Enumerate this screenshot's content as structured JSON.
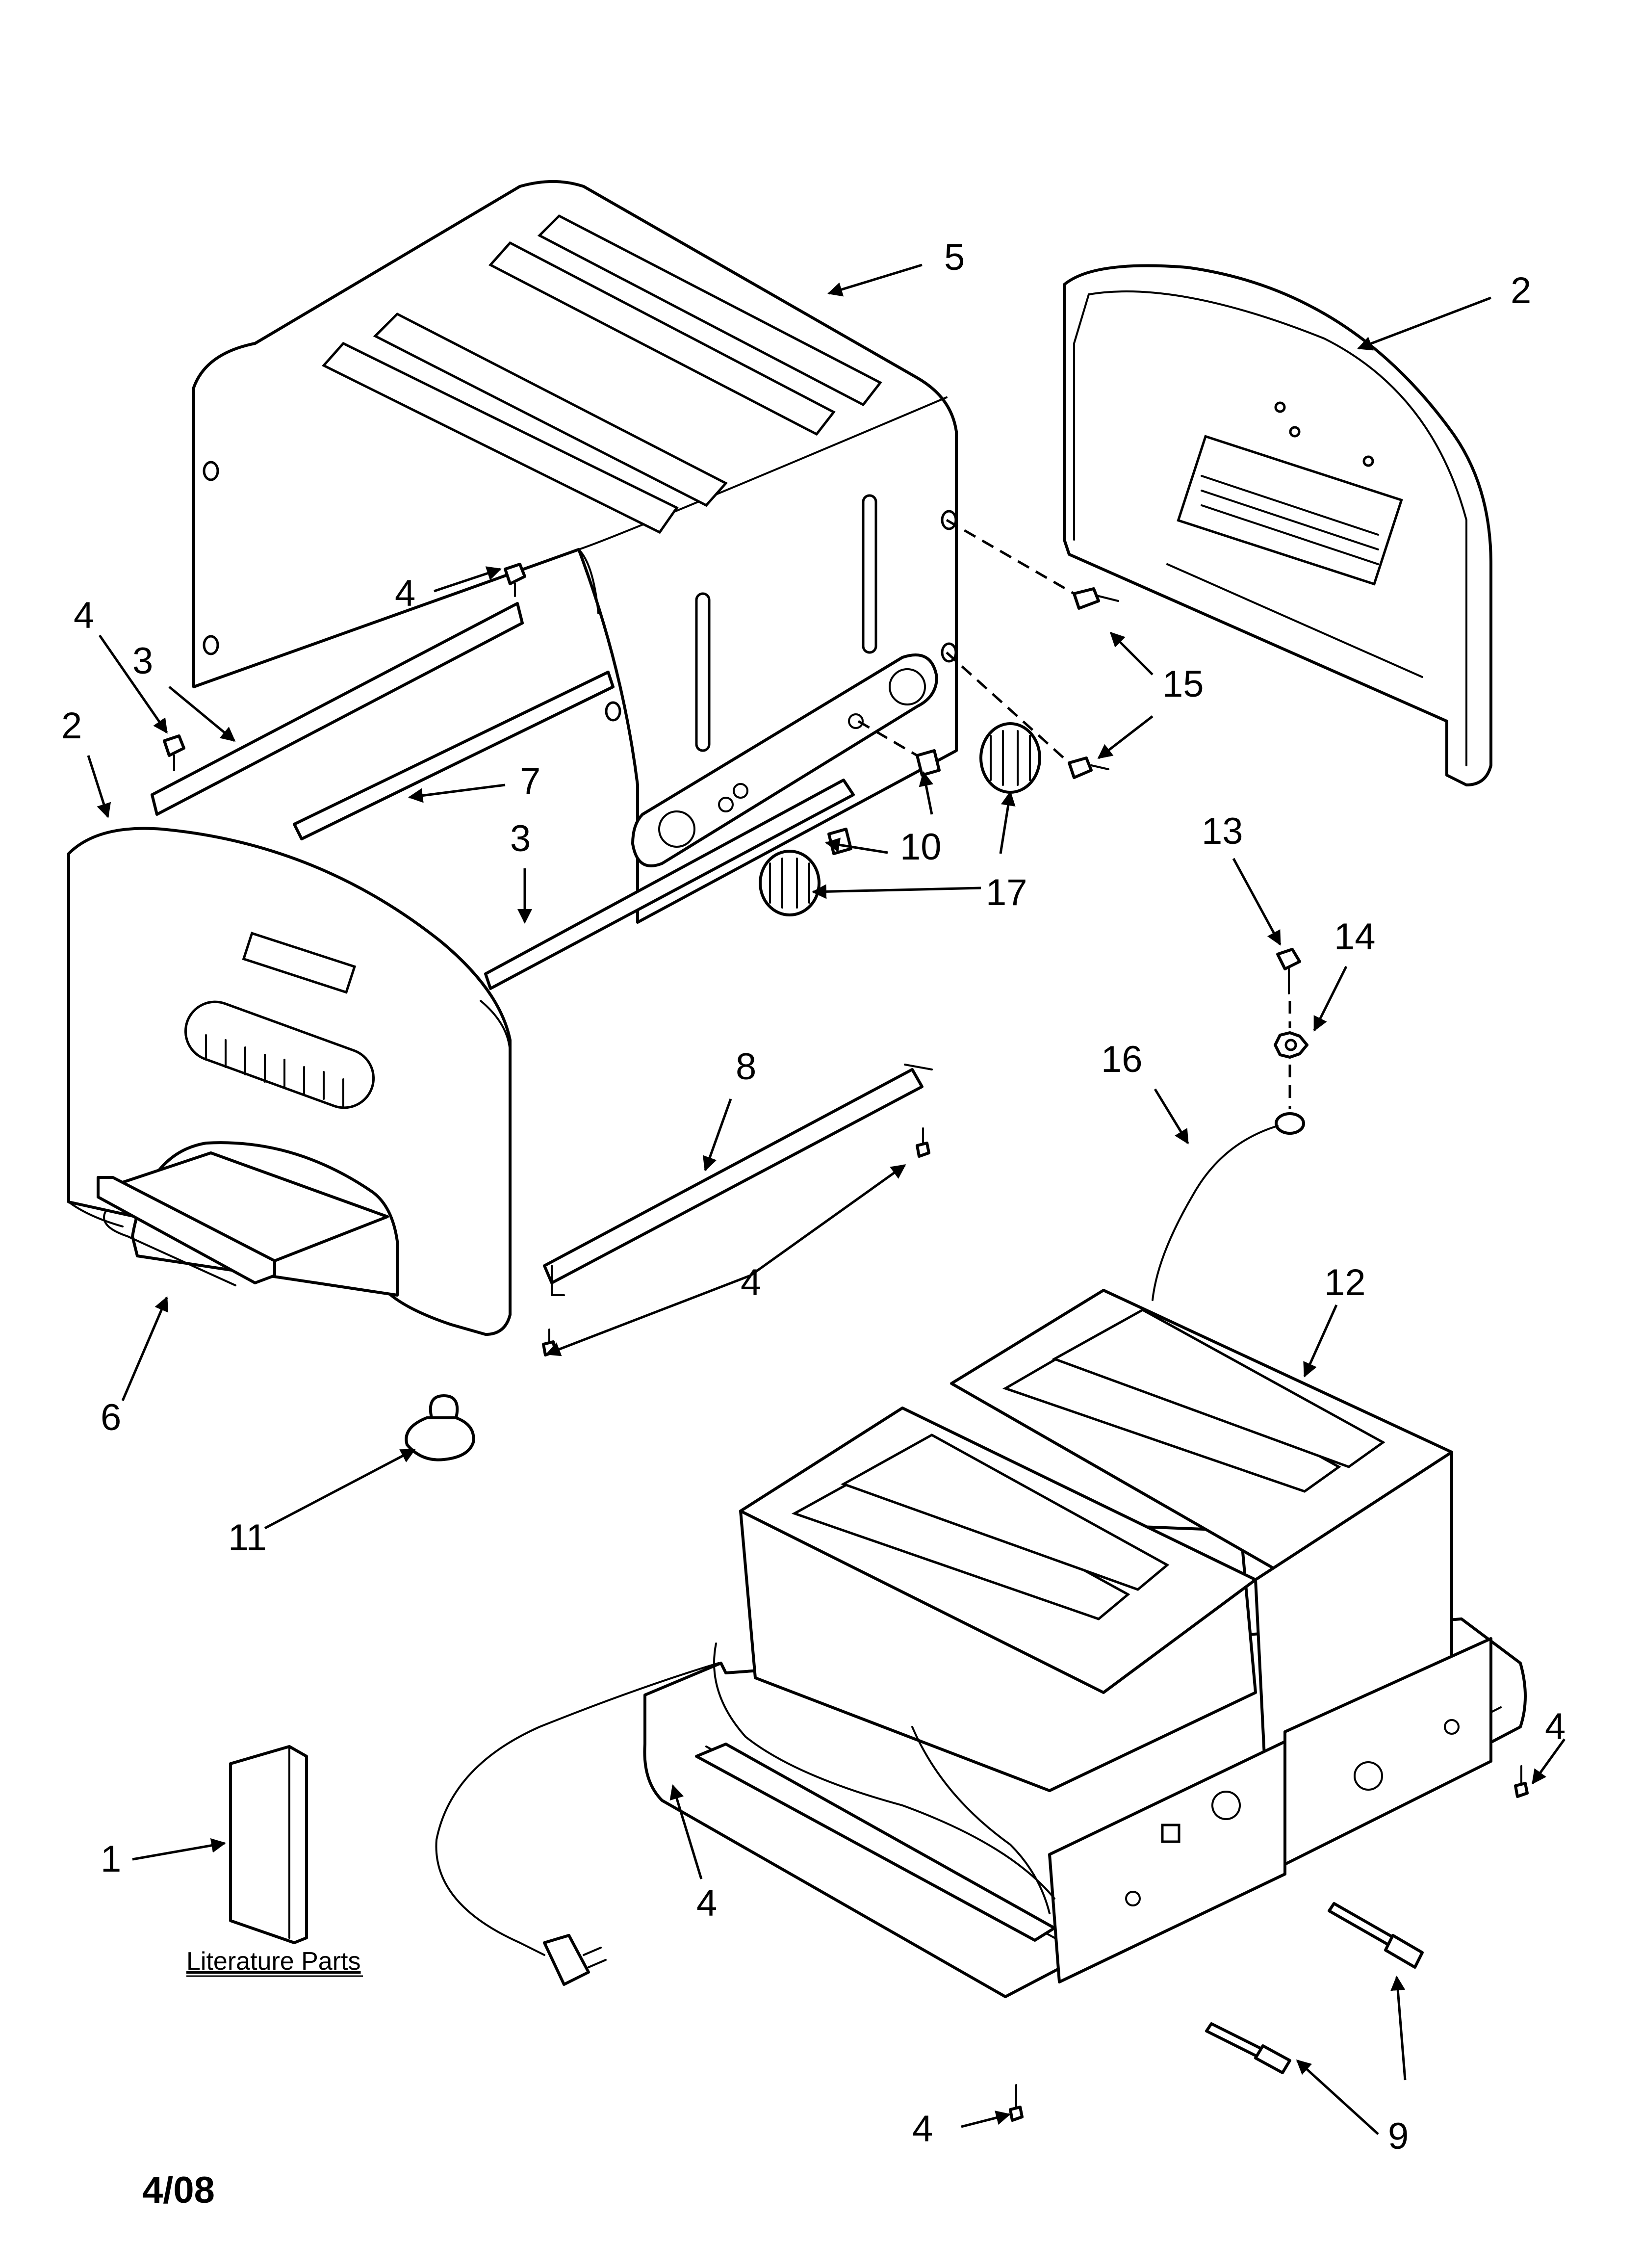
{
  "callouts": {
    "c1": "1",
    "c2_back": "2",
    "c2_front": "2",
    "c3_left": "3",
    "c3_center": "3",
    "c4_top_left": "4",
    "c4_top_center": "4",
    "c4_bracket": "4",
    "c4_base_left": "4",
    "c4_base_bottom": "4",
    "c4_base_right": "4",
    "c5": "5",
    "c6": "6",
    "c7": "7",
    "c8": "8",
    "c9": "9",
    "c10": "10",
    "c11": "11",
    "c12": "12",
    "c13": "13",
    "c14": "14",
    "c15": "15",
    "c16": "16",
    "c17": "17"
  },
  "literature_label": "Literature Parts",
  "date_code": "4/08"
}
